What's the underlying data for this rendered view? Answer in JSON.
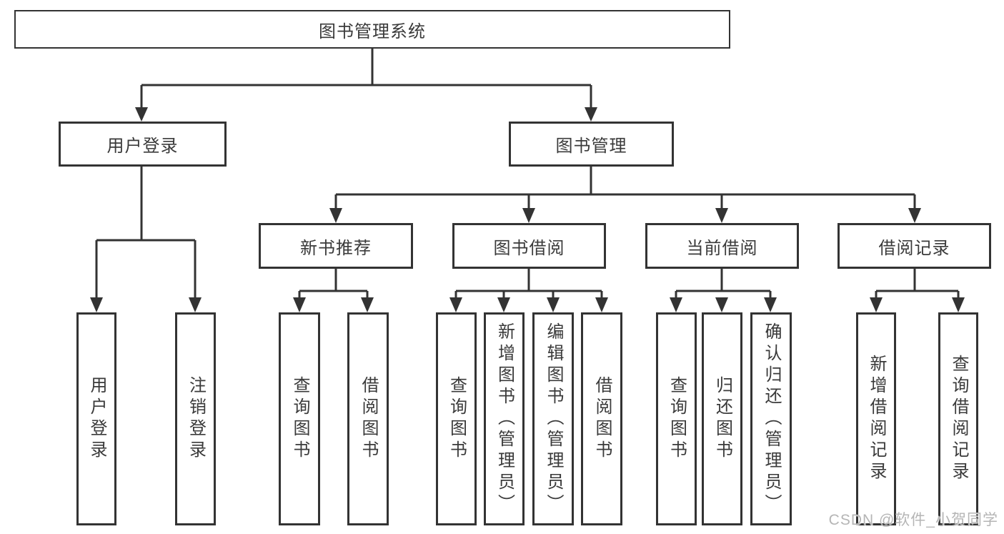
{
  "colors": {
    "line": "#333333",
    "text": "#3a3a3a",
    "background": "#ffffff",
    "watermark": "#b5b5b5"
  },
  "watermark": {
    "text": "CSDN @软件_小贺同学"
  },
  "tree": {
    "label": "图书管理系统",
    "children": [
      {
        "label": "用户登录",
        "children": [
          {
            "label": "用户登录"
          },
          {
            "label": "注销登录"
          }
        ]
      },
      {
        "label": "图书管理",
        "children": [
          {
            "label": "新书推荐",
            "children": [
              {
                "label": "查询图书"
              },
              {
                "label": "借阅图书"
              }
            ]
          },
          {
            "label": "图书借阅",
            "children": [
              {
                "label": "查询图书"
              },
              {
                "label": "新增图书（管理员）"
              },
              {
                "label": "编辑图书（管理员）"
              },
              {
                "label": "借阅图书"
              }
            ]
          },
          {
            "label": "当前借阅",
            "children": [
              {
                "label": "查询图书"
              },
              {
                "label": "归还图书"
              },
              {
                "label": "确认归还（管理员）"
              }
            ]
          },
          {
            "label": "借阅记录",
            "children": [
              {
                "label": "新增借阅记录"
              },
              {
                "label": "查询借阅记录"
              }
            ]
          }
        ]
      }
    ]
  }
}
